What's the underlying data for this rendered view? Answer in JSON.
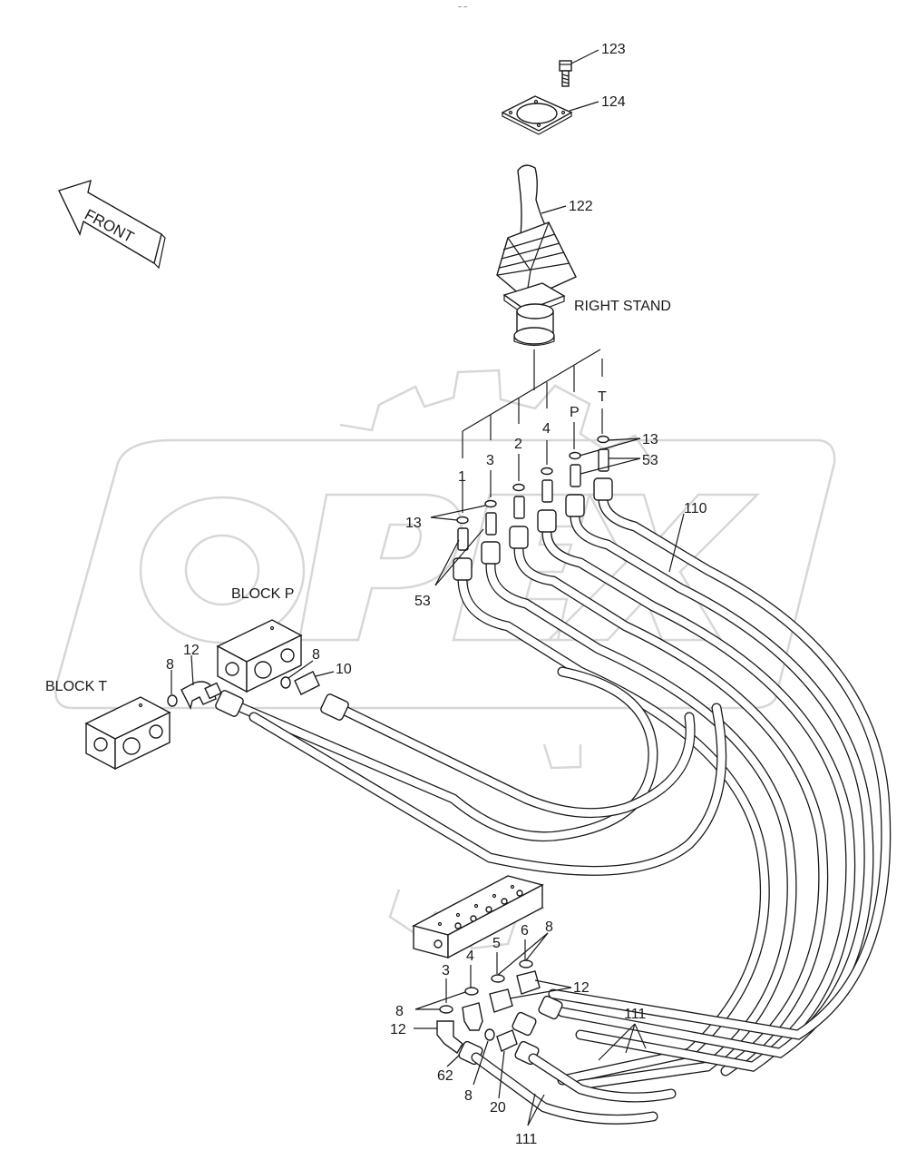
{
  "watermark": {
    "text": "OPEX",
    "color": "#d7d7d7"
  },
  "front_arrow": {
    "label": "FRONT"
  },
  "labels": {
    "right_stand": "RIGHT STAND",
    "block_p": "BLOCK P",
    "block_t": "BLOCK T"
  },
  "ports_top": [
    "1",
    "3",
    "2",
    "4",
    "P",
    "T"
  ],
  "ports_bottom": [
    "3",
    "4",
    "5",
    "6"
  ],
  "callouts": {
    "p123": "123",
    "p124": "124",
    "p122": "122",
    "p13a": "13",
    "p53a": "53",
    "p13b": "13",
    "p53b": "53",
    "p110": "110",
    "p12a": "12",
    "p8a": "8",
    "p8b": "8",
    "p10": "10",
    "p8c": "8",
    "p12b": "12",
    "p8d": "8",
    "p12c": "12",
    "p111a": "111",
    "p62": "62",
    "p8e": "8",
    "p20": "20",
    "p111b": "111"
  },
  "header_mark": "~ ~"
}
